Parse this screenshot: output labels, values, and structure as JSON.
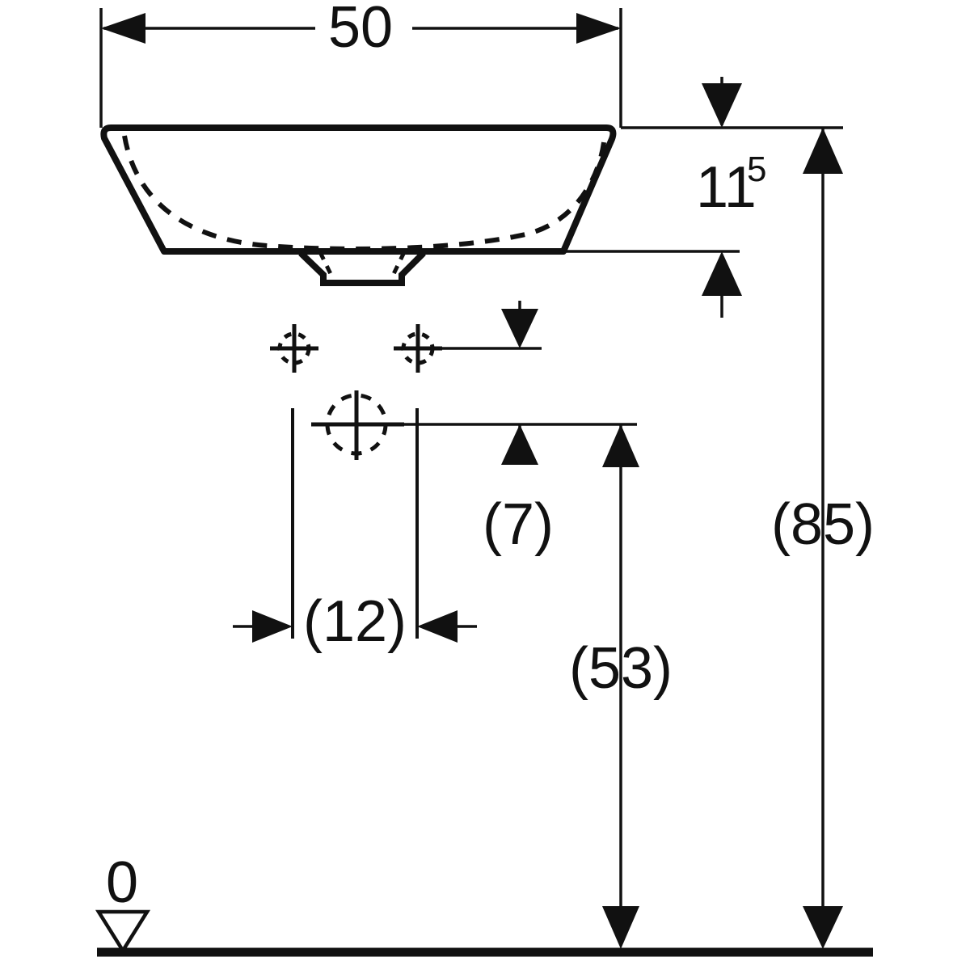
{
  "drawing": {
    "type": "technical-dimension-drawing",
    "subject": "washbasin-front-elevation",
    "units": "cm",
    "line_color": "#111111",
    "background_color": "#ffffff",
    "datum_label": "0"
  },
  "dimensions": {
    "width_overall": {
      "label": "50",
      "orientation": "horizontal",
      "position": "top",
      "bracketed": false
    },
    "basin_height": {
      "label": "11",
      "superscript": "5",
      "display": "11⁵",
      "orientation": "vertical",
      "position": "right-upper",
      "bracketed": false
    },
    "tap_hole_spacing": {
      "label": "(12)",
      "orientation": "horizontal",
      "position": "center",
      "bracketed": true
    },
    "drain_offset": {
      "label": "(7)",
      "orientation": "vertical",
      "position": "center-right",
      "bracketed": true
    },
    "basin_underside_height": {
      "label": "(53)",
      "orientation": "vertical",
      "position": "right",
      "bracketed": true
    },
    "rim_height": {
      "label": "(85)",
      "orientation": "vertical",
      "position": "far-right",
      "bracketed": true
    }
  },
  "annotations": {
    "floor_datum": {
      "label": "0",
      "marker": "hollow-down-triangle"
    }
  },
  "features": {
    "tap_hole_left": {
      "name": "tap-hole-marker-left",
      "symbol": "crosshair-dashed-circle"
    },
    "tap_hole_right": {
      "name": "tap-hole-marker-right",
      "symbol": "crosshair-dashed-circle"
    },
    "drain": {
      "name": "drain-marker",
      "symbol": "crosshair-dashed-circle-large"
    },
    "basin_bowl": {
      "name": "basin-bowl-outline",
      "style": "solid-thick"
    },
    "basin_inner": {
      "name": "basin-inner-contour",
      "style": "dashed"
    },
    "waste_trap": {
      "name": "waste-trap-outline",
      "style": "solid-thick"
    },
    "floor_line": {
      "name": "floor-reference-line",
      "style": "solid-extra-thick"
    }
  }
}
